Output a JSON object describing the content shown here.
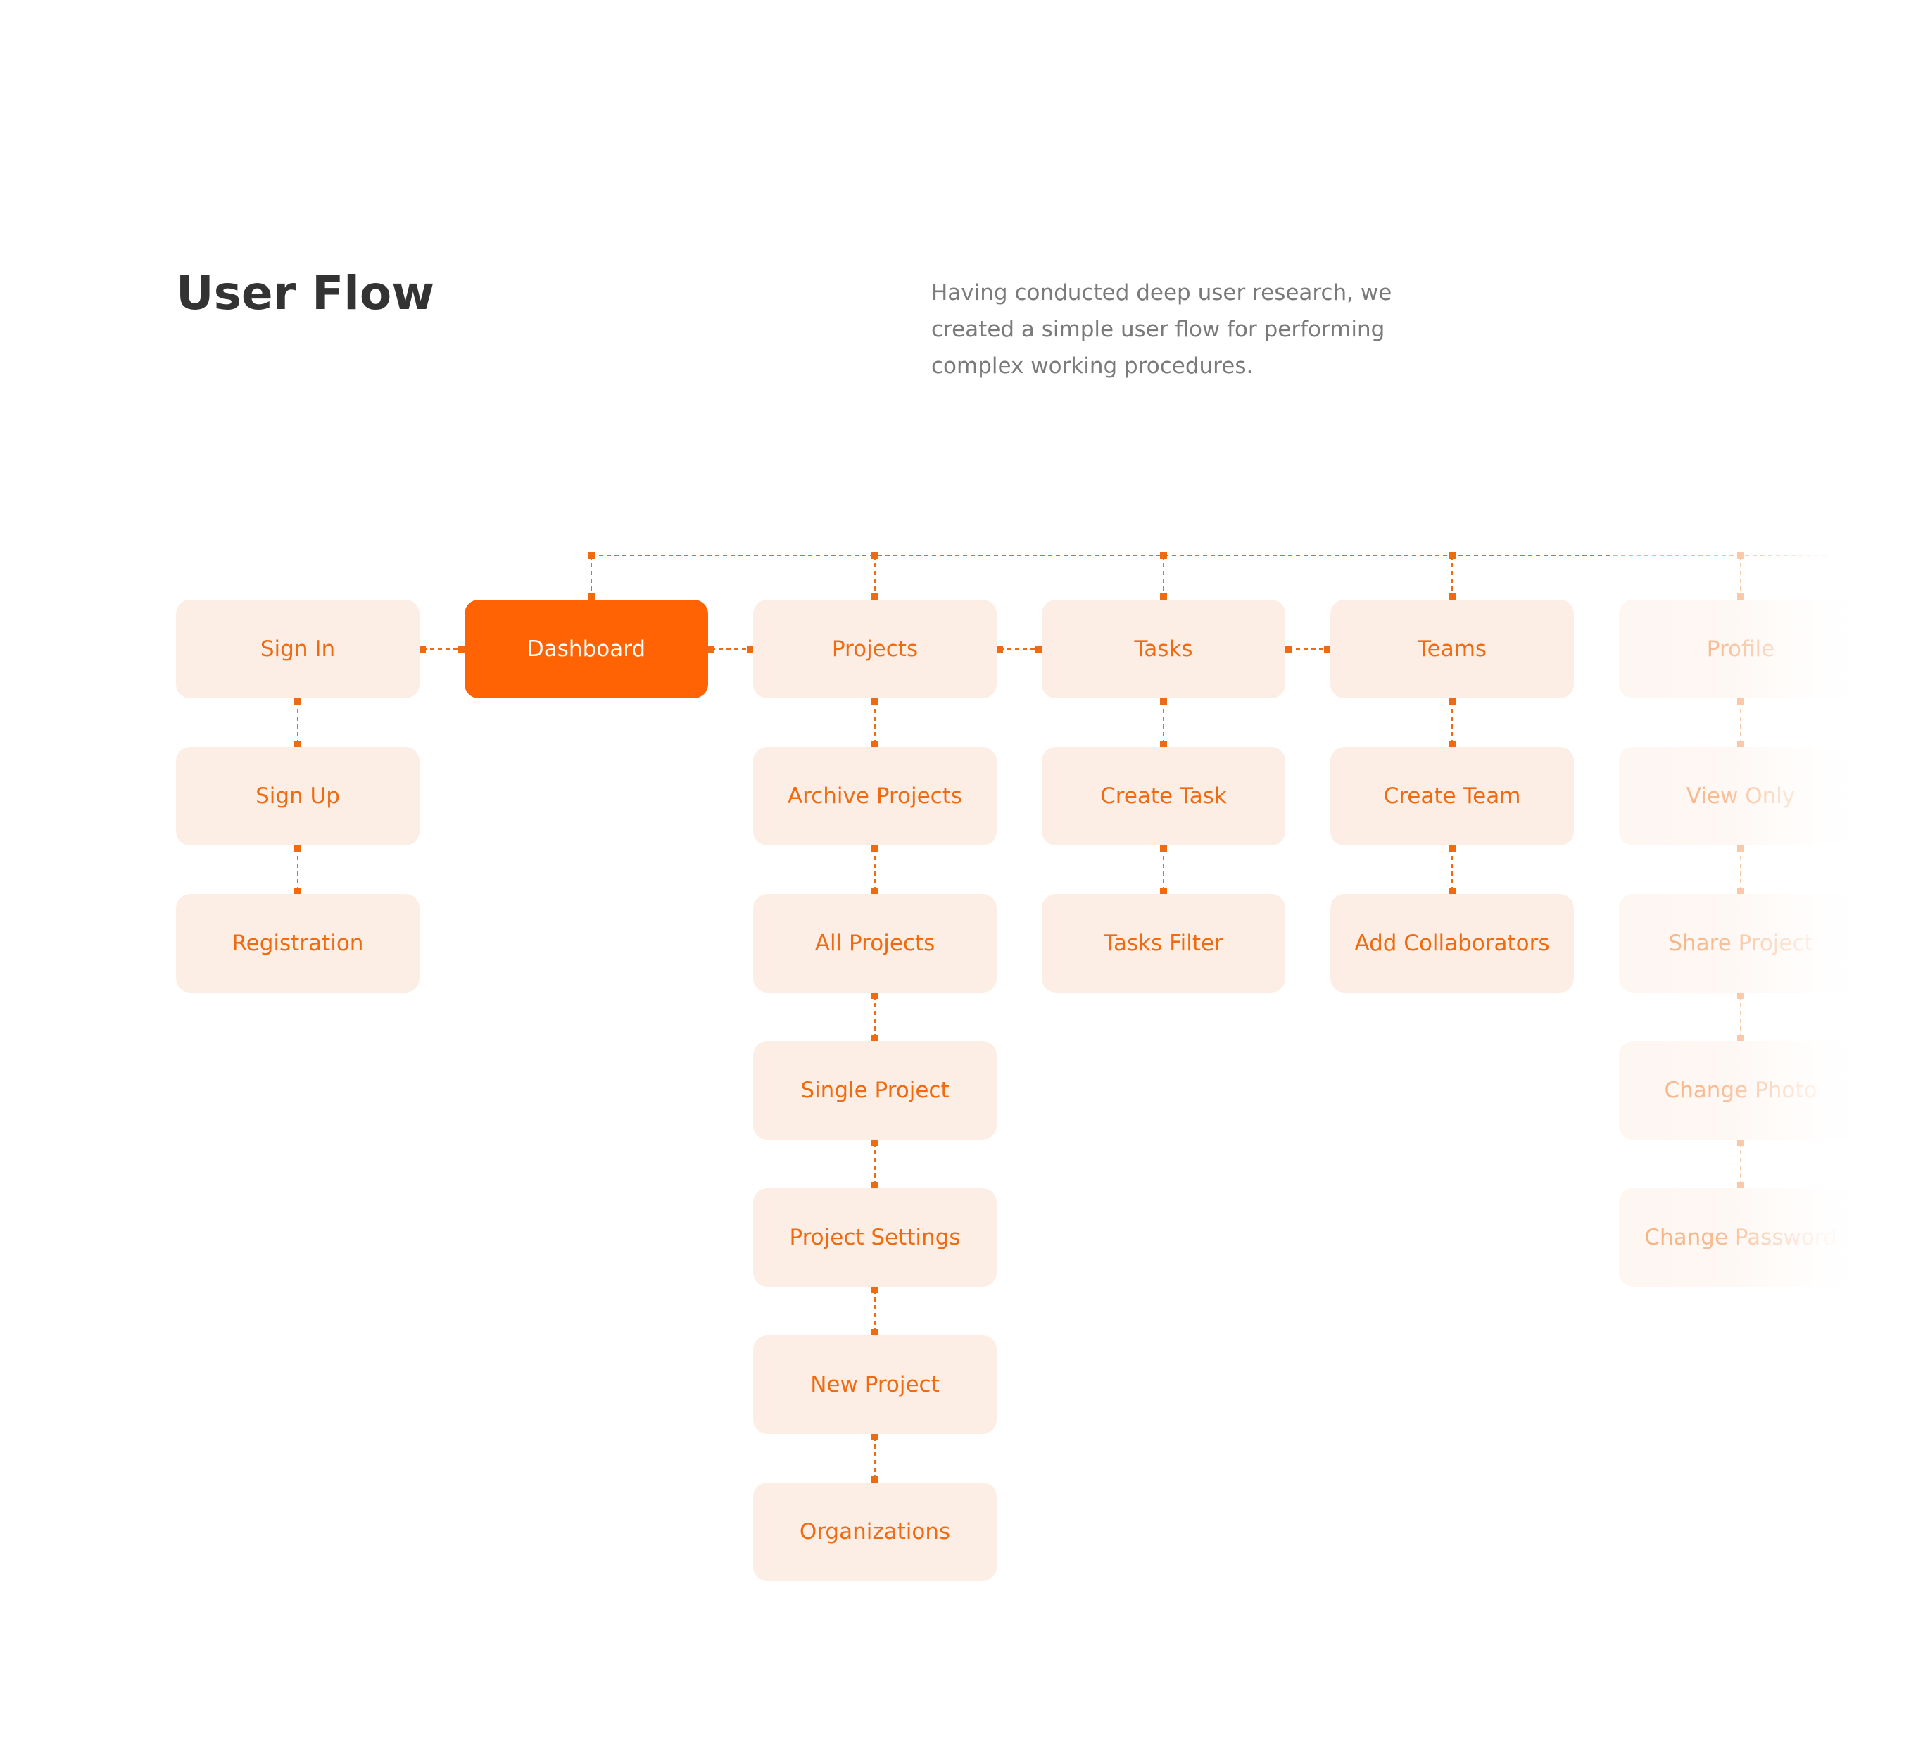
{
  "header": {
    "title": "User Flow",
    "description_lines": [
      "Having conducted deep user research, we",
      "created a simple user flow for performing",
      "complex working procedures."
    ]
  },
  "colors": {
    "accent": "#ff6304",
    "node_bg": "#fdeee5",
    "node_text": "#f06a10",
    "connector": "#f06a10"
  },
  "flow": {
    "nodes": {
      "sign_in": "Sign In",
      "sign_up": "Sign Up",
      "registration": "Registration",
      "dashboard": "Dashboard",
      "projects": "Projects",
      "archive_projects": "Archive Projects",
      "all_projects": "All Projects",
      "single_project": "Single Project",
      "project_settings": "Project Settings",
      "new_project": "New Project",
      "organizations": "Organizations",
      "tasks": "Tasks",
      "create_task": "Create Task",
      "tasks_filter": "Tasks Filter",
      "teams": "Teams",
      "create_team": "Create Team",
      "add_collaborators": "Add Collaborators",
      "profile": "Profile",
      "view_only": "View Only",
      "share_project": "Share Project",
      "change_photo": "Change Photo",
      "change_password": "Change Password"
    },
    "links": [
      [
        "sign_in",
        "sign_up"
      ],
      [
        "sign_up",
        "registration"
      ],
      [
        "sign_in",
        "dashboard"
      ],
      [
        "dashboard",
        "projects"
      ],
      [
        "projects",
        "tasks"
      ],
      [
        "tasks",
        "teams"
      ],
      [
        "dashboard",
        "projects"
      ],
      [
        "dashboard",
        "tasks"
      ],
      [
        "dashboard",
        "teams"
      ],
      [
        "dashboard",
        "profile"
      ],
      [
        "projects",
        "archive_projects"
      ],
      [
        "archive_projects",
        "all_projects"
      ],
      [
        "all_projects",
        "single_project"
      ],
      [
        "single_project",
        "project_settings"
      ],
      [
        "project_settings",
        "new_project"
      ],
      [
        "new_project",
        "organizations"
      ],
      [
        "tasks",
        "create_task"
      ],
      [
        "create_task",
        "tasks_filter"
      ],
      [
        "teams",
        "create_team"
      ],
      [
        "create_team",
        "add_collaborators"
      ],
      [
        "profile",
        "view_only"
      ],
      [
        "view_only",
        "share_project"
      ],
      [
        "share_project",
        "change_photo"
      ],
      [
        "change_photo",
        "change_password"
      ]
    ]
  }
}
